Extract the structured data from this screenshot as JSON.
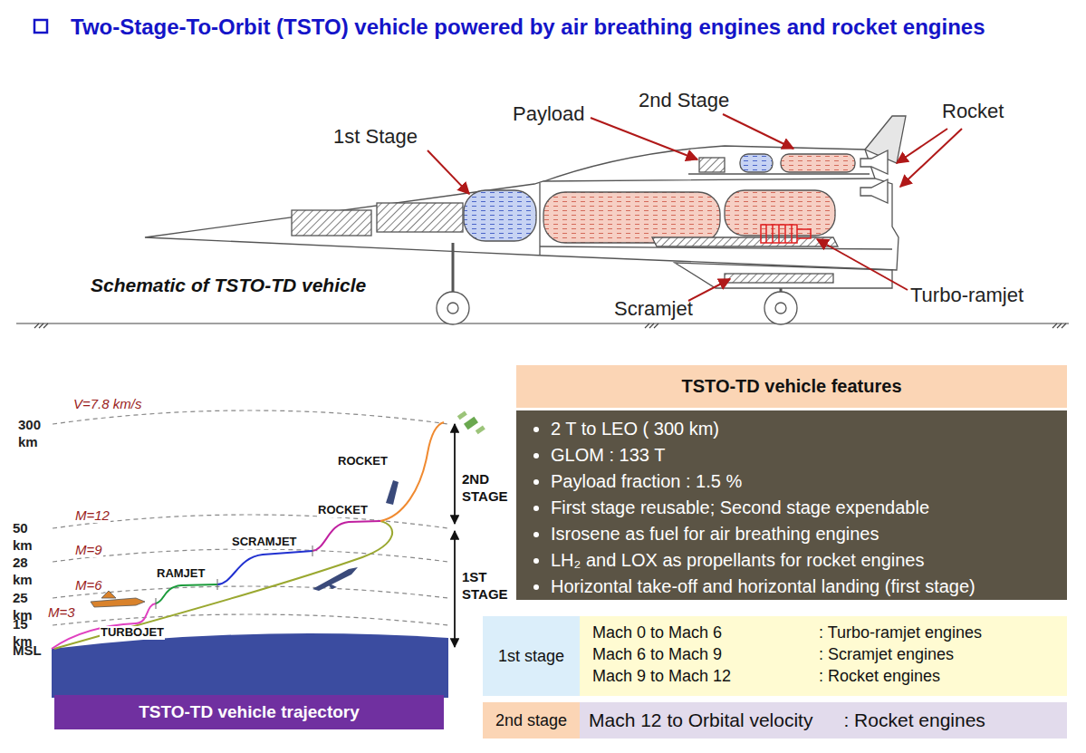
{
  "diagram": {
    "title": "Two-Stage-To-Orbit (TSTO) vehicle powered by air breathing engines and rocket engines",
    "nodes": [
      {
        "text": [
          "TSTO-TD vehicle features",
          "2 T to LEO ( 300 km)",
          "GLOM : 133 T",
          "Payload fraction : 1.5 %",
          "First stage reusable; Second stage expendable",
          "Isrosene as  fuel for air breathing engines",
          "LH₂ and LOX as propellants for rocket engines",
          "Horizontal take-off and horizontal landing (first stage)"
        ]
      },
      {
        "text": [
          "1st stage"
        ]
      },
      {
        "text": [
          "Mach 0 to Mach 6",
          ": Turbo-ramjet engines",
          "Mach 6 to Mach 9",
          ": Scramjet engines",
          "Mach 9 to Mach 12",
          ": Rocket engines"
        ]
      },
      {
        "text": [
          "2nd stage"
        ]
      },
      {
        "text": [
          "Mach 12 to Orbital velocity",
          ": Rocket engines"
        ]
      },
      {
        "text": [
          "TSTO-TD vehicle trajectory"
        ]
      }
    ],
    "labels": [
      "1st Stage",
      "Payload",
      "2nd Stage",
      "Rocket",
      "Schematic of TSTO-TD vehicle",
      "Scramjet",
      "Turbo-ramjet",
      "V=7.8 km/s",
      "300 km",
      "ROCKET",
      "2ND STAGE",
      "M=12",
      "ROCKET",
      "50 km",
      "SCRAMJET",
      "M=9",
      "28 km",
      "RAMJET",
      "1ST STAGE",
      "M=6",
      "25 km",
      "M=3",
      "15 km",
      "TURBOJET",
      "MSL"
    ]
  }
}
